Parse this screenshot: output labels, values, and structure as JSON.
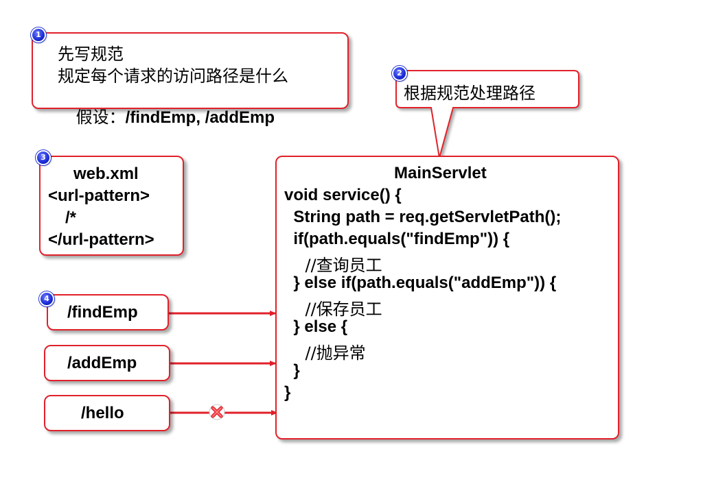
{
  "callout1": {
    "badge": "1",
    "line1": "先写规范",
    "line2": "规定每个请求的访问路径是什么",
    "line3_prefix": "假设：",
    "line3_paths": "/findEmp, /addEmp"
  },
  "callout2": {
    "badge": "2",
    "text": "根据规范处理路径"
  },
  "config": {
    "badge": "3",
    "title": "web.xml",
    "open_tag": "<url-pattern>",
    "pattern": "/*",
    "close_tag": "</url-pattern>"
  },
  "servlet": {
    "title": "MainServlet",
    "lines": [
      "void service() {",
      "  String path = req.getServletPath();",
      "  if(path.equals(\"findEmp\")) {",
      "    //查询员工",
      "  } else if(path.equals(\"addEmp\")) {",
      "    //保存员工",
      "  } else {",
      "    //抛异常",
      "  }",
      "}"
    ]
  },
  "requests": {
    "badge": "4",
    "items": [
      {
        "path": "/findEmp",
        "accepted": true
      },
      {
        "path": "/addEmp",
        "accepted": true
      },
      {
        "path": "/hello",
        "accepted": false
      }
    ]
  },
  "colors": {
    "border": "#e0202a",
    "arrow": "#e0202a",
    "badge": "#1a2bd6"
  }
}
